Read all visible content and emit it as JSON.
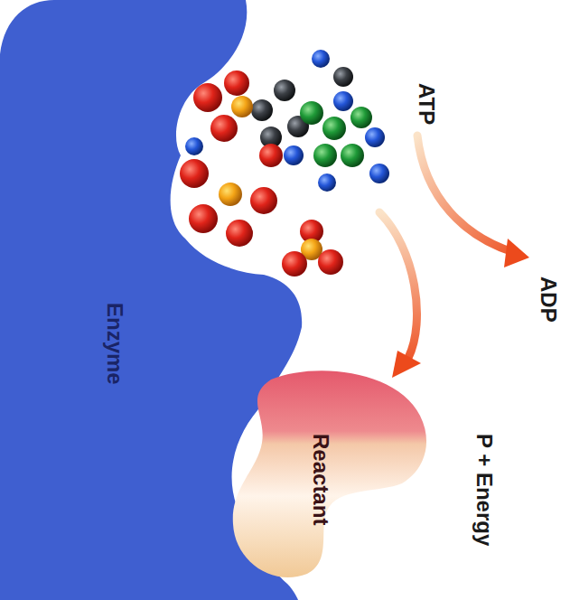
{
  "diagram": {
    "nodes": [
      {
        "text": [
          "Enzyme"
        ]
      },
      {
        "text": [
          "Reactant"
        ]
      }
    ],
    "labels": [
      "ATP",
      "ADP",
      "P + Energy"
    ]
  }
}
